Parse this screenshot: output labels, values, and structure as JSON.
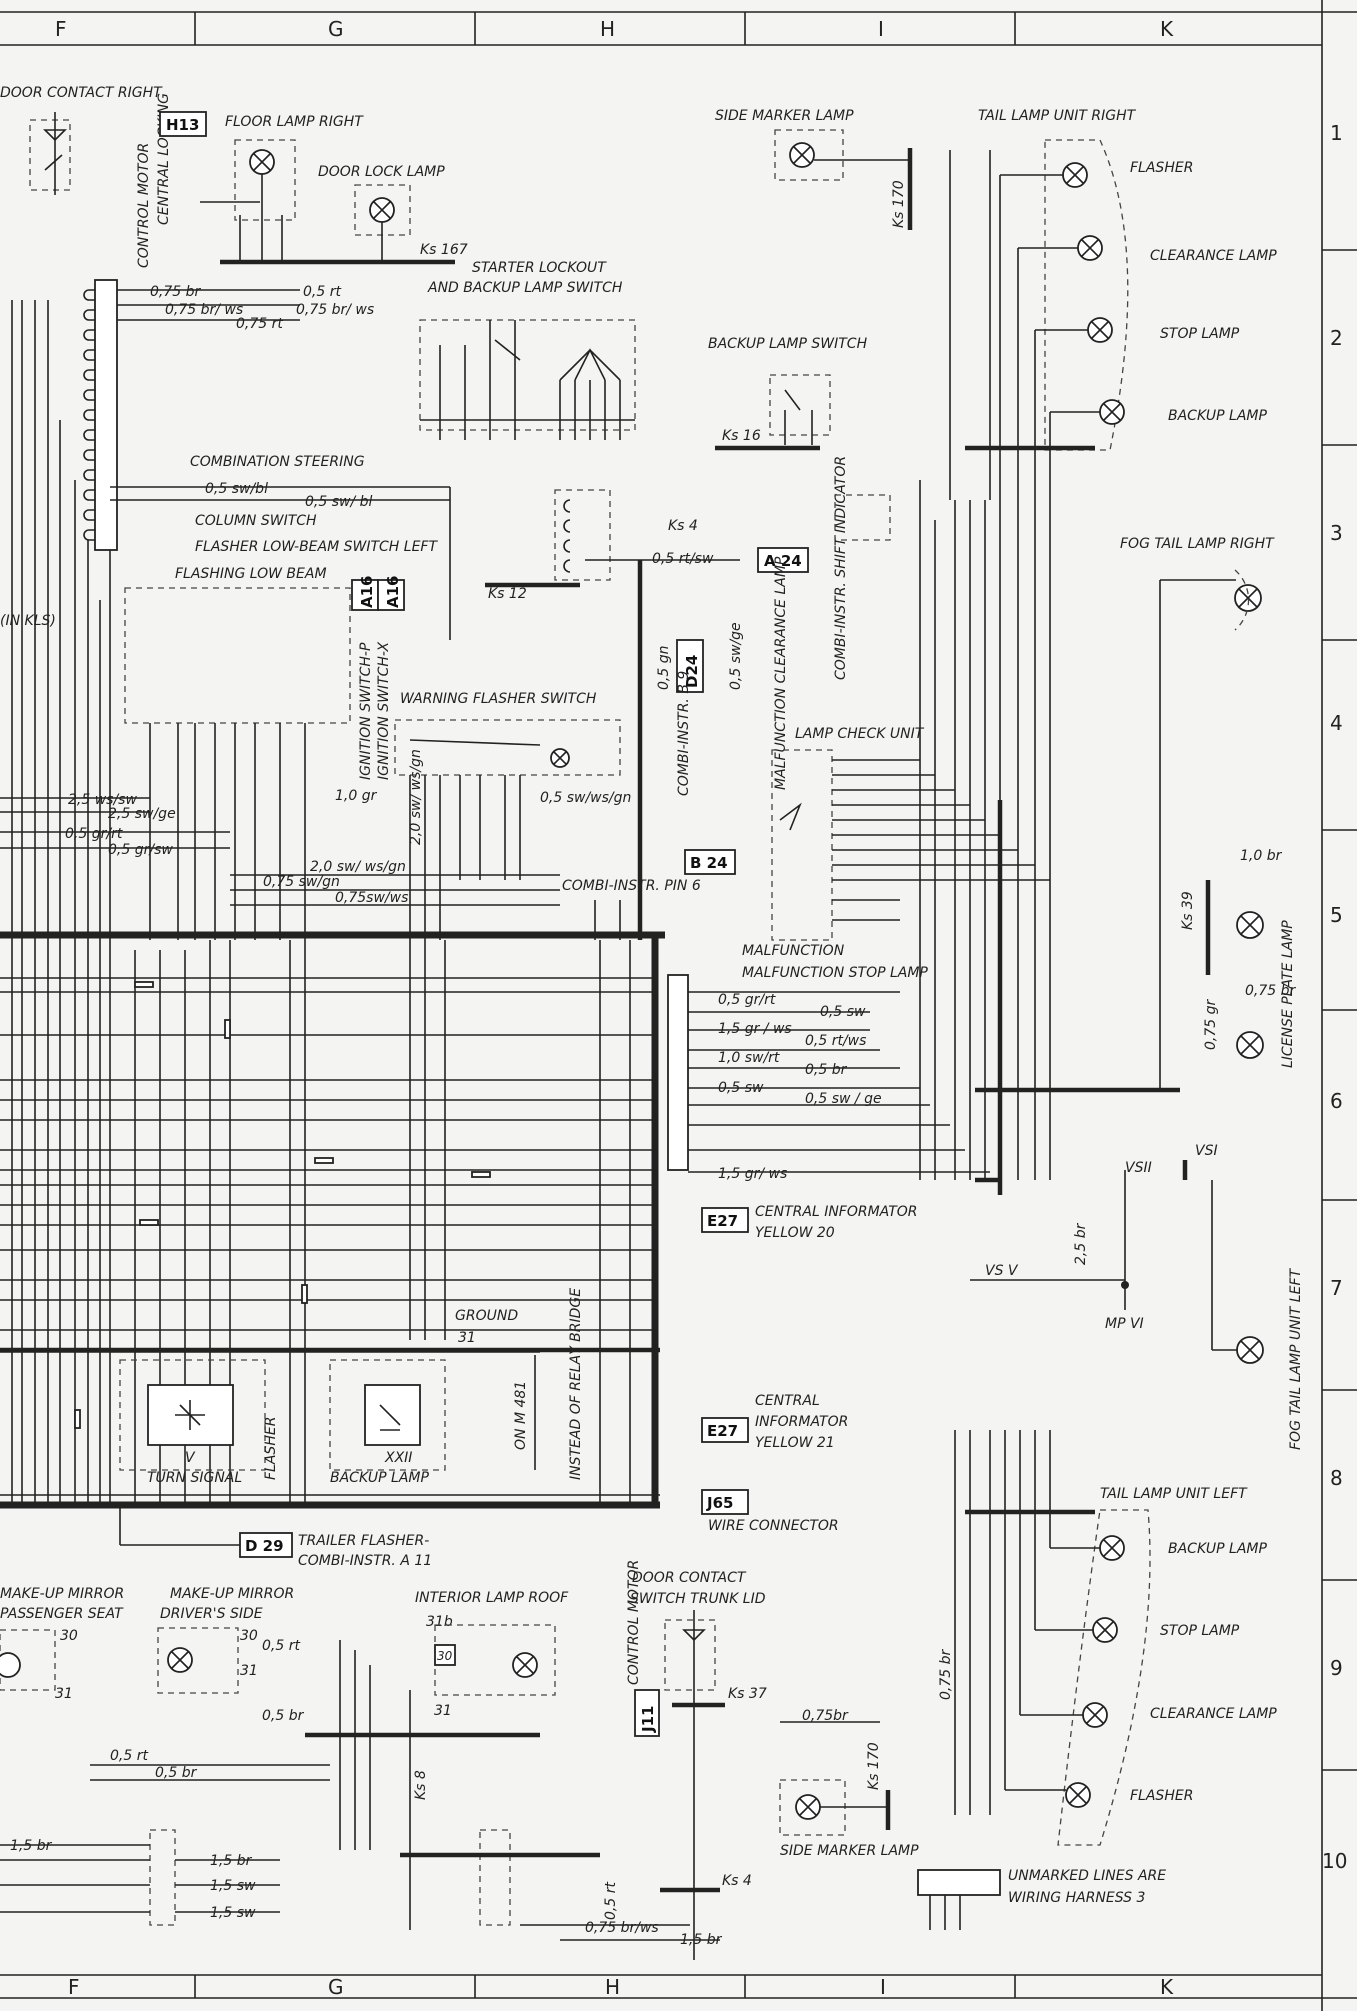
{
  "columns": [
    "F",
    "G",
    "H",
    "I",
    "K"
  ],
  "rows": [
    "1",
    "2",
    "3",
    "4",
    "5",
    "6",
    "7",
    "8",
    "9",
    "10"
  ],
  "labels": {
    "door_contact_right": "DOOR CONTACT RIGHT",
    "floor_lamp_right": "FLOOR LAMP RIGHT",
    "door_lock_lamp": "DOOR LOCK LAMP",
    "control_motor": "CONTROL MOTOR",
    "central_locking": "CENTRAL LOCKING",
    "side_marker_lamp": "SIDE MARKER LAMP",
    "tail_lamp_unit_right": "TAIL LAMP UNIT RIGHT",
    "flasher": "FLASHER",
    "clearance_lamp": "CLEARANCE LAMP",
    "stop_lamp": "STOP LAMP",
    "backup_lamp": "BACKUP LAMP",
    "starter_lockout": "STARTER LOCKOUT",
    "and_backup_lamp_switch": "AND BACKUP LAMP SWITCH",
    "backup_lamp_switch": "BACKUP LAMP SWITCH",
    "combination_steering": "COMBINATION STEERING",
    "column_switch": "COLUMN SWITCH",
    "flasher_low_beam_switch_left": "FLASHER LOW-BEAM SWITCH LEFT",
    "flashing_low_beam": "FLASHING LOW BEAM",
    "ignition_switch_p": "IGNITION SWITCH-P",
    "ignition_switch_x": "IGNITION SWITCH-X",
    "fog_tail_lamp_right": "FOG TAIL LAMP RIGHT",
    "combi_instr_shift_indicator": "COMBI-INSTR. SHIFT INDICATOR",
    "malfunction_clearance_lamp": "MALFUNCTION CLEARANCE LAMP",
    "warning_flasher_switch": "WARNING FLASHER SWITCH",
    "combi_instr_b9": "COMBI-INSTR. B 9",
    "lamp_check_unit": "LAMP CHECK UNIT",
    "malfunction": "MALFUNCTION",
    "combi_instr_pin6": "COMBI-INSTR. PIN 6",
    "malfunction_stop_lamp": "MALFUNCTION STOP LAMP",
    "license_plate_lamp": "LICENSE PLATE LAMP",
    "central_informator_yellow20": "CENTRAL INFORMATOR",
    "yellow20": "YELLOW 20",
    "ground": "GROUND",
    "fog_tail_lamp_unit_left": "FOG TAIL LAMP UNIT LEFT",
    "turn_signal": "TURN SIGNAL",
    "flasher_v": "FLASHER",
    "backup_lamp_relay": "BACKUP LAMP",
    "on_m481": "ON M 481",
    "instead_of_relay_bridge": "INSTEAD OF RELAY BRIDGE",
    "central": "CENTRAL",
    "informator": "INFORMATOR",
    "yellow21": "YELLOW 21",
    "wire_connector": "WIRE CONNECTOR",
    "trailer_flasher": "TRAILER FLASHER-",
    "combi_instr_a11": "COMBI-INSTR. A 11",
    "tail_lamp_unit_left": "TAIL LAMP UNIT LEFT",
    "makeup_mirror_passenger": "MAKE-UP MIRROR",
    "passenger_seat": "PASSENGER SEAT",
    "makeup_mirror_driver": "MAKE-UP MIRROR",
    "drivers_side": "DRIVER'S SIDE",
    "interior_lamp_roof": "INTERIOR LAMP ROOF",
    "door_contact": "DOOR CONTACT",
    "switch_trunk_lid": "SWITCH TRUNK LID",
    "control_motor2": "CONTROL MOTOR",
    "side_marker_lamp_left": "SIDE MARKER LAMP",
    "unmarked_lines": "UNMARKED LINES ARE",
    "wiring_harness": "WIRING HARNESS 3",
    "iron_kls": "(IN KLS)",
    "xxii": "XXII",
    "v": "V"
  },
  "badges": {
    "h13": "H13",
    "a16a": "A16",
    "a16b": "A16",
    "a24": "A 24",
    "d24": "D24",
    "b24": "B 24",
    "e27a": "E27",
    "e27b": "E27",
    "j65": "J65",
    "d29": "D 29",
    "j11": "J11"
  },
  "wires": {
    "w075br": "0,75 br",
    "w075brws": "0,75 br/ ws",
    "w075rt": "0,75 rt",
    "w05rt": "0,5 rt",
    "w075brws2": "0,75 br/ ws",
    "ks167": "Ks 167",
    "ks170": "Ks 170",
    "ks16": "Ks 16",
    "ks12": "Ks 12",
    "ks4": "Ks 4",
    "ks39": "Ks 39",
    "ks8": "Ks 8",
    "ks37": "Ks 37",
    "w05swbl": "0,5 sw/bl",
    "w05swbl2": "0,5 sw/ bl",
    "w05rtsw": "0,5 rt/sw",
    "w05swge": "0,5 sw/ge",
    "w05gn": "0,5 gn",
    "w25wssw": "2,5 ws/sw",
    "w25swge": "2,5 sw/ge",
    "w05grrt": "0,5 gr/rt",
    "w05grsw": "0,5 gr/sw",
    "w20swwsgn": "2,0 sw/ ws/gn",
    "w075swgn": "0,75 sw/gn",
    "w075swws": "0,75sw/ws",
    "w05swwsgn": "0,5 sw/ws/gn",
    "w10gr": "1,0 gr",
    "w05grrt2": "0,5 gr/rt",
    "w15grws": "1,5 gr / ws",
    "w05sw": "0,5 sw",
    "w05rtws": "0,5 rt/ws",
    "w10swrt": "1,0 sw/rt",
    "w05br": "0,5 br",
    "w05sw2": "0,5 sw",
    "w05swge2": "0,5 sw / ge",
    "w15grws2": "1,5 gr/ ws",
    "w10br": "1,0 br",
    "w075br2": "0,75 br",
    "w075gr": "0,75 gr",
    "vsv": "VS V",
    "vsi": "VSI",
    "vsii": "VSII",
    "mpvi": "MP VI",
    "w25br": "2,5 br",
    "w05rt2": "0,5 rt",
    "w05br2": "0,5 br",
    "w05rt3": "0,5 rt",
    "w05br3": "0,5 br",
    "w15br": "1,5 br",
    "w15sw": "1,5 sw",
    "w075brws3": "0,75 br/ws",
    "w15br2": "1,5 br",
    "w075br3": "0,75br",
    "n30": "30",
    "n31": "31",
    "n31b": "31b"
  }
}
